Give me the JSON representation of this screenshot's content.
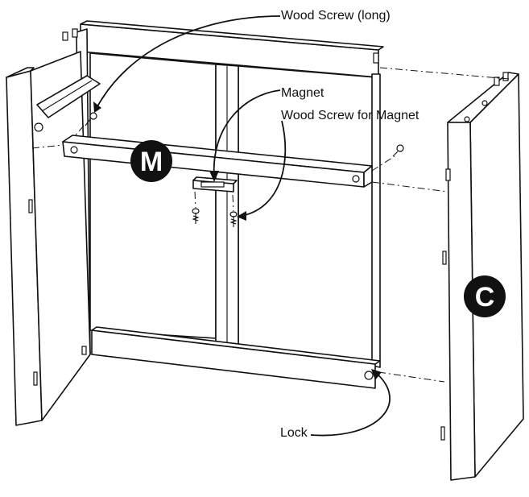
{
  "labels": {
    "wood_screw_long": "Wood Screw (long)",
    "magnet": "Magnet",
    "wood_screw_for_magnet": "Wood Screw for Magnet",
    "lock": "Lock"
  },
  "badges": {
    "m": "M",
    "c": "C"
  },
  "colors": {
    "line": "#111111",
    "paper": "#ffffff",
    "badge": "#111111"
  }
}
